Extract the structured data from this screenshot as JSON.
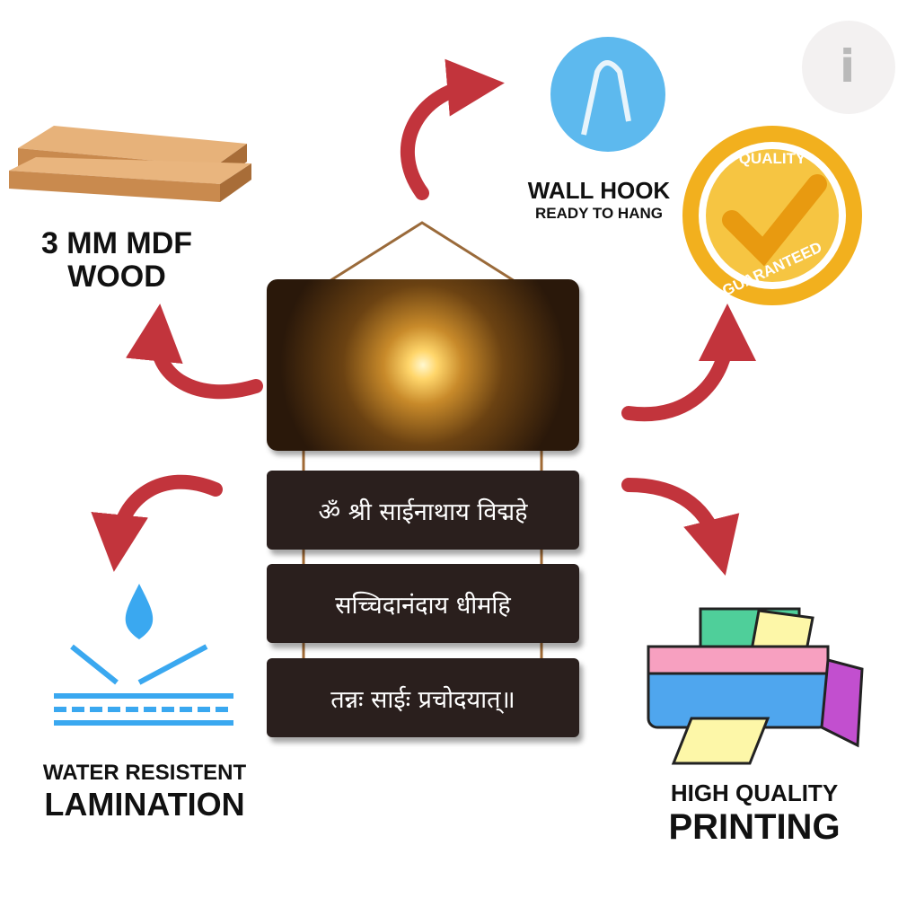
{
  "features": {
    "wood": {
      "line1": "3 MM MDF",
      "line2": "WOOD"
    },
    "hook": {
      "title": "WALL HOOK",
      "subtitle": "READY TO HANG"
    },
    "badge": {
      "top": "QUALITY",
      "bottom": "GUARANTEED"
    },
    "lamination": {
      "line1": "WATER RESISTENT",
      "line2": "LAMINATION"
    },
    "printing": {
      "line1": "HIGH QUALITY",
      "line2": "PRINTING"
    }
  },
  "boards": [
    "ॐ श्री साईनाथाय विद्महे",
    "सच्चिदानंदाय धीमहि",
    "तन्नः साईः प्रचोदयात्॥"
  ],
  "logo": "i",
  "colors": {
    "arrow": "#c2343c",
    "board": "#2a1f1d",
    "hook": "#5db9ee",
    "gold": "#f2b01e"
  }
}
